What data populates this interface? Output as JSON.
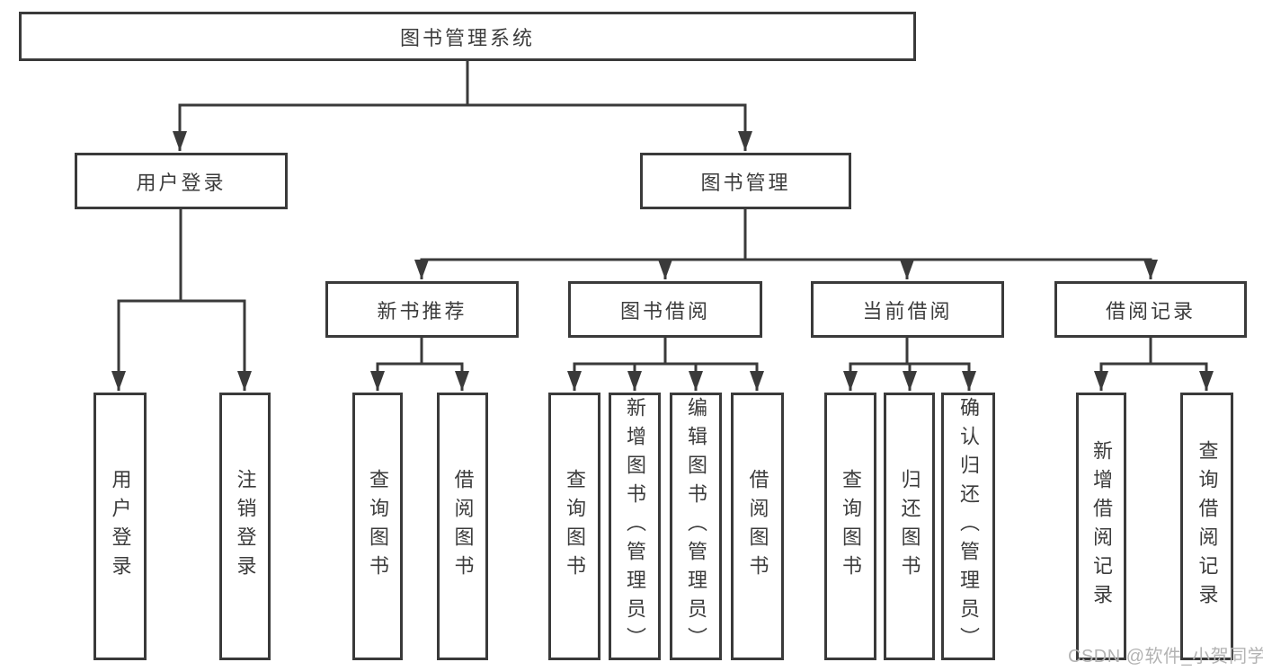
{
  "colors": {
    "line": "#3a3a3a",
    "box_border": "#3a3a3a",
    "text": "#3c3c3c",
    "watermark": "#b3b3b3",
    "background": "#ffffff"
  },
  "watermark": {
    "text": "CSDN @软件_小贺同学"
  },
  "tree": {
    "root": {
      "label": "图书管理系统",
      "children": [
        {
          "label": "用户登录",
          "children": [
            {
              "label": "用户登录"
            },
            {
              "label": "注销登录"
            }
          ]
        },
        {
          "label": "图书管理",
          "children": [
            {
              "label": "新书推荐",
              "children": [
                {
                  "label": "查询图书"
                },
                {
                  "label": "借阅图书"
                }
              ]
            },
            {
              "label": "图书借阅",
              "children": [
                {
                  "label": "查询图书"
                },
                {
                  "label": "新增图书（管理员）"
                },
                {
                  "label": "编辑图书（管理员）"
                },
                {
                  "label": "借阅图书"
                }
              ]
            },
            {
              "label": "当前借阅",
              "children": [
                {
                  "label": "查询图书"
                },
                {
                  "label": "归还图书"
                },
                {
                  "label": "确认归还（管理员）"
                }
              ]
            },
            {
              "label": "借阅记录",
              "children": [
                {
                  "label": "新增借阅记录"
                },
                {
                  "label": "查询借阅记录"
                }
              ]
            }
          ]
        }
      ]
    }
  }
}
